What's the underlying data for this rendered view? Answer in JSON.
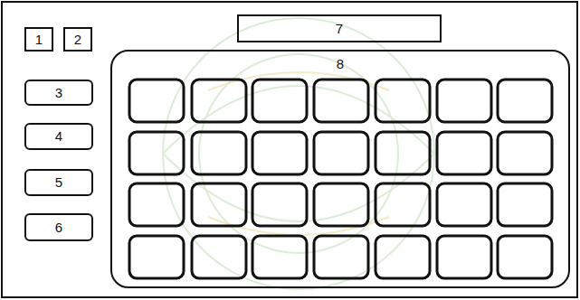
{
  "diagram": {
    "nodes": [
      {
        "text": [
          "1"
        ]
      },
      {
        "text": [
          "2"
        ]
      },
      {
        "text": [
          "7"
        ]
      },
      {
        "text": [
          "3"
        ]
      },
      {
        "text": [
          "4"
        ]
      },
      {
        "text": [
          "5"
        ]
      },
      {
        "text": [
          "6"
        ]
      },
      {
        "text": [
          "8"
        ]
      }
    ]
  }
}
